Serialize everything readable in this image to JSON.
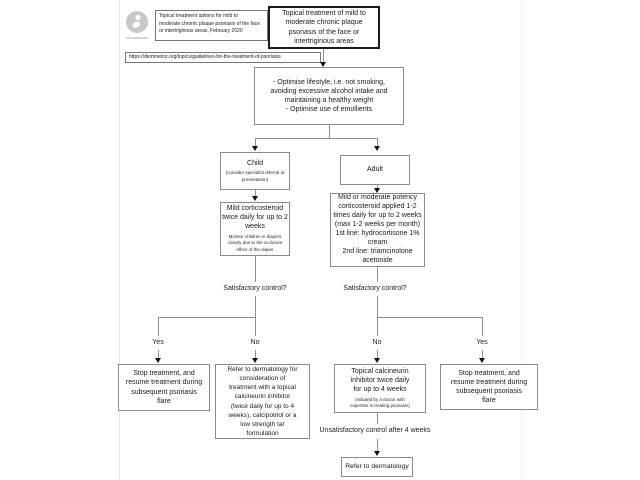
{
  "header": {
    "info_note": "Topical treatment options for mild to\nmoderate chronic plaque psoriasis of the face\nor intertriginous areas, February 2020",
    "title": "Topical treatment of mild to\nmoderate chronic plaque\npsoriasis of the face or\nintertriginous areas",
    "url": "https://dermnetnz.org/topics/guidelines-for-the-treatment-of-psoriasis"
  },
  "flow": {
    "lifestyle": "- Optimise lifestyle, i.e. not smoking,\navoiding excessive alcohol intake and\nmaintaining a healthy weight\n- Optimise use of emollients",
    "child": {
      "title": "Child",
      "note": "(consider specialist referral at\npresentation)"
    },
    "adult": {
      "title": "Adult"
    },
    "child_treatment": {
      "main": "Mild corticosteroid\ntwice daily for up to 2\nweeks",
      "note": "Monitor children in diapers\nclosely due to the occlusive\neffect of the diaper"
    },
    "adult_treatment": {
      "main": "Mild or moderate potency\ncorticosteroid applied 1-2\ntimes daily for up to 2 weeks\n(max 1-2 weeks per month)\n1st line: hydrocortisone 1%\ncream\n2nd line: triamcinolone\nacetonide"
    },
    "question_child": "Satisfactory control?",
    "question_adult": "Satisfactory control?",
    "yes_left": "Yes",
    "no_left": "No",
    "no_right": "No",
    "yes_right": "Yes",
    "stop_left": "Stop treatment, and\nresume treatment during\nsubsequent psoriasis\nflare",
    "refer_consideration": "Refer to dermatology for\nconsideration of\ntreatment with a topical\ncalcineurin inhibitor\n(twice daily for up to 4\nweeks), calcipotriol or a\nlow strength tar\nformulation",
    "tci": {
      "main": "Topical calcineurin\ninhibitor twice daily\nfor up to 4 weeks",
      "note": "(initiated by a doctor with\nexpertise in treating psoriasis)"
    },
    "stop_right": "Stop treatment, and\nresume treatment during\nsubsequent psoriasis\nflare",
    "unsatisfactory": "Unsatisfactory control after 4 weeks",
    "refer_derm": "Refer to dermatology"
  },
  "colors": {
    "box_border": "#8a8a8a",
    "title_border": "#1a1a1a",
    "line": "#8f8f8f",
    "arrow": "#111111",
    "page_edge_left": "#e6e6e6",
    "page_edge_right": "#f0f0f0"
  }
}
